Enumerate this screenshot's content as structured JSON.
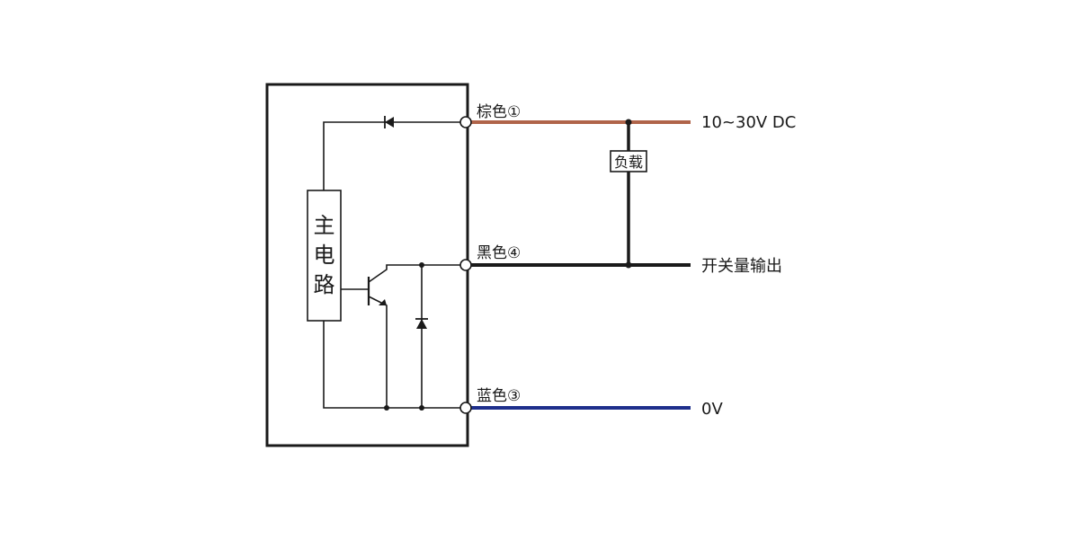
{
  "wires": {
    "brown": {
      "label": "棕色①",
      "target": "10~30V DC",
      "color": "#b0644a"
    },
    "black": {
      "label": "黑色④",
      "target": "开关量输出",
      "color": "#1a1a1a"
    },
    "blue": {
      "label": "蓝色③",
      "target": "0V",
      "color": "#1e2f8c"
    }
  },
  "load_label": "负载",
  "main_circuit_chars": [
    "主",
    "电",
    "路"
  ]
}
